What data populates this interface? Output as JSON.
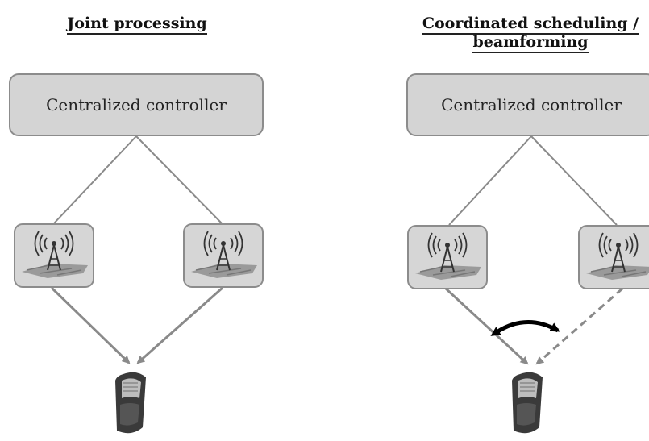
{
  "panels": {
    "left": {
      "title": "Joint processing",
      "controller": "Centralized controller"
    },
    "right": {
      "title_line1": "Coordinated scheduling /",
      "title_line2": "beamforming",
      "controller": "Centralized controller"
    }
  },
  "colors": {
    "box_fill": "#d4d4d4",
    "box_border": "#8c8c8c",
    "line": "#888888",
    "curve_arrow": "#000000"
  },
  "icons": [
    "base-station-icon",
    "mobile-phone-icon"
  ]
}
